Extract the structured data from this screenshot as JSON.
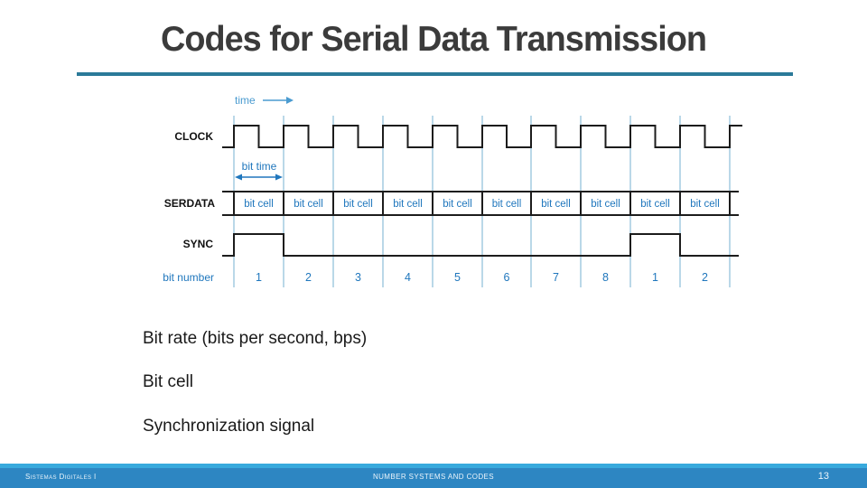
{
  "slide": {
    "title": "Codes for Serial Data Transmission",
    "bullets": [
      "Bit rate (bits per second, bps)",
      "Bit cell",
      "Synchronization signal"
    ]
  },
  "diagram": {
    "time_label": "time",
    "bit_time_label": "bit time",
    "rows": {
      "clock": "CLOCK",
      "serdata": "SERDATA",
      "sync": "SYNC",
      "bit_number": "bit number"
    },
    "bit_cells": [
      "bit cell",
      "bit cell",
      "bit cell",
      "bit cell",
      "bit cell",
      "bit cell",
      "bit cell",
      "bit cell",
      "bit cell",
      "bit cell"
    ],
    "bit_numbers": [
      "1",
      "2",
      "3",
      "4",
      "5",
      "6",
      "7",
      "8",
      "1",
      "2"
    ],
    "clock_pattern": "square wave, high during first half of each bit cell",
    "sync_high_at_bit_numbers": [
      "1"
    ],
    "colors": {
      "waveform": "#1c1c1c",
      "diagram_blue": "#2077bd",
      "grid_blue": "#74b0d2"
    }
  },
  "bottom_notes": [
    "Bit rate (bits per second, bps)",
    "Bit cell",
    "Synchronization signal"
  ],
  "footer": {
    "left": "Sistemas Digitales I",
    "center": "NUMBER SYSTEMS AND CODES",
    "page": "13"
  },
  "theme": {
    "title_color": "#3b3b3b",
    "title_rule_color": "#2b7a99",
    "footer_bar_color": "#2d86c2",
    "footer_accent_color": "#38aadd"
  }
}
